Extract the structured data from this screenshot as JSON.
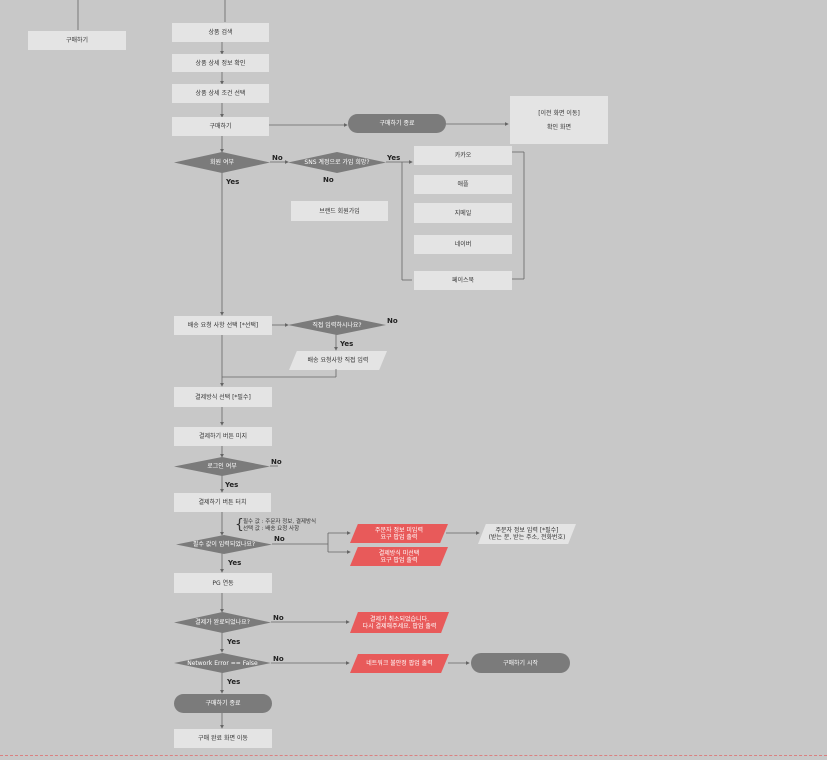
{
  "nodes": {
    "buy_left": "구매하기",
    "search": "상품 검색",
    "detail": "상품 상세 정보 확인",
    "option": "상품 상세 조건 선택",
    "buy": "구매하기",
    "buy_end": "구매하기 종료",
    "prev_screen": "[이전 화면 이동]\n\n확인 화면",
    "member_q": "회원 여부",
    "sns_q": "SNS 계정으로 가입 희망?",
    "kakao": "카카오",
    "apple": "애플",
    "daum": "지메일",
    "naver": "네이버",
    "facebook": "페이스북",
    "brand_join": "브랜드 회원가입",
    "delivery_select": "배송 요청 사항 선택 [*선택]",
    "direct_q": "직접 입력하시나요?",
    "direct_input": "배송 요청사항 직접 입력",
    "payment_select": "결제방식 선택 [*필수]",
    "pay_btn_hidden": "결제하기 버튼 미지",
    "login_q": "로그인 여부",
    "pay_btn": "결제하기 버튼 터치",
    "required_q": "필수 값이 입력되었나요?",
    "err_orderer": "주문자 정보 미입력\n요구 팝업 출력",
    "err_payment": "결제방식 미선택\n요구 팝업 출력",
    "orderer_input": "주문자 정보 입력 [*필수]\n(받는 분, 받는 주소, 전화번호)",
    "pg": "PG 연동",
    "pay_done_q": "결제가 완료되었나요?",
    "pay_cancel": "결제가 취소되었습니다.\n다시 결제해주세요. 팝업 출력",
    "net_q": "Network Error == False",
    "net_popup": "네트워크 불안정 팝업 출력",
    "buy_restart": "구매하기 시작",
    "buy_finish": "구매하기 종료",
    "complete_screen": "구매 완료 화면 이동"
  },
  "labels": {
    "yes": "Yes",
    "no": "No"
  },
  "note": "필수 값 : 주문자 정보, 결제방식\n선택 값 : 배송 요청 사항",
  "colors": {
    "background": "#c8c8c8",
    "box": "#e4e4e4",
    "dark": "#7b7b7b",
    "error": "#e85a5a"
  }
}
